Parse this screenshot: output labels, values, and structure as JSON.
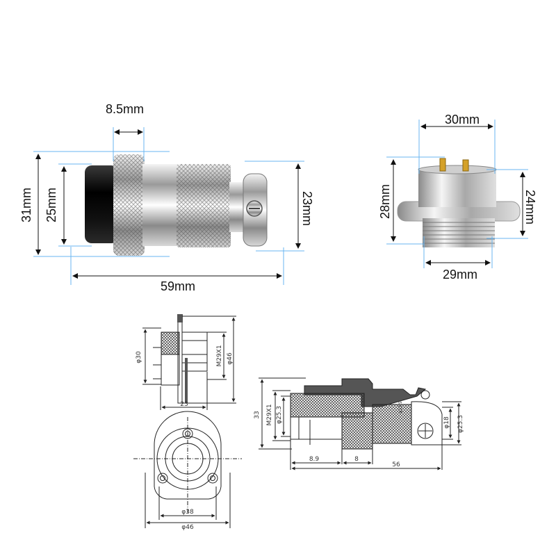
{
  "plug_dimensions": {
    "top_width": "8.5mm",
    "outer_dia": "31mm",
    "inner_dia": "25mm",
    "rear_dia": "23mm",
    "length": "59mm"
  },
  "socket_dimensions": {
    "top_width": "30mm",
    "height_left": "28mm",
    "height_right": "24mm",
    "bottom_width": "29mm"
  },
  "drawing_socket_side": {
    "dia_30": "φ30",
    "thread": "M29X1",
    "dia_46": "φ46",
    "depth": "23"
  },
  "drawing_socket_front": {
    "dia_38": "φ38",
    "dia_46": "φ46"
  },
  "drawing_plug_side": {
    "height_33": "33",
    "thread": "M29X1",
    "dia_25_3_left": "φ25.3",
    "dia_13_5": "φ13.5",
    "dia_18": "φ18",
    "dia_25_3_right": "φ25.3",
    "len_8_9": "8.9",
    "len_8": "8",
    "len_56": "56"
  },
  "colors": {
    "extension_line": "#6ab6f0",
    "dimension_line": "#111111"
  }
}
